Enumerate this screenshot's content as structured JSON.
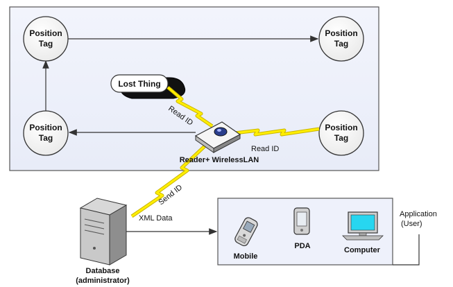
{
  "nodes": {
    "tag_top_left": {
      "line1": "Position",
      "line2": "Tag"
    },
    "tag_top_right": {
      "line1": "Position",
      "line2": "Tag"
    },
    "tag_mid_left": {
      "line1": "Position",
      "line2": "Tag"
    },
    "tag_mid_right": {
      "line1": "Position",
      "line2": "Tag"
    }
  },
  "lost_thing": "Lost Thing",
  "reader_label": "Reader+ WirelessLAN",
  "links": {
    "read_id_left": "Read ID",
    "read_id_right": "Read ID",
    "send_id": "Send ID",
    "xml_data": "XML Data"
  },
  "database": {
    "line1": "Database",
    "line2": "(administrator)"
  },
  "devices": {
    "mobile": "Mobile",
    "pda": "PDA",
    "computer": "Computer"
  },
  "application": {
    "line1": "Application",
    "line2": "(User)"
  },
  "colors": {
    "panel_fill": "#eef1fb",
    "panel_stroke": "#555555",
    "node_fill": "#ffffff",
    "lightning": "#ffee00",
    "lightning_stroke": "#c8b400",
    "arrow": "#333333"
  }
}
